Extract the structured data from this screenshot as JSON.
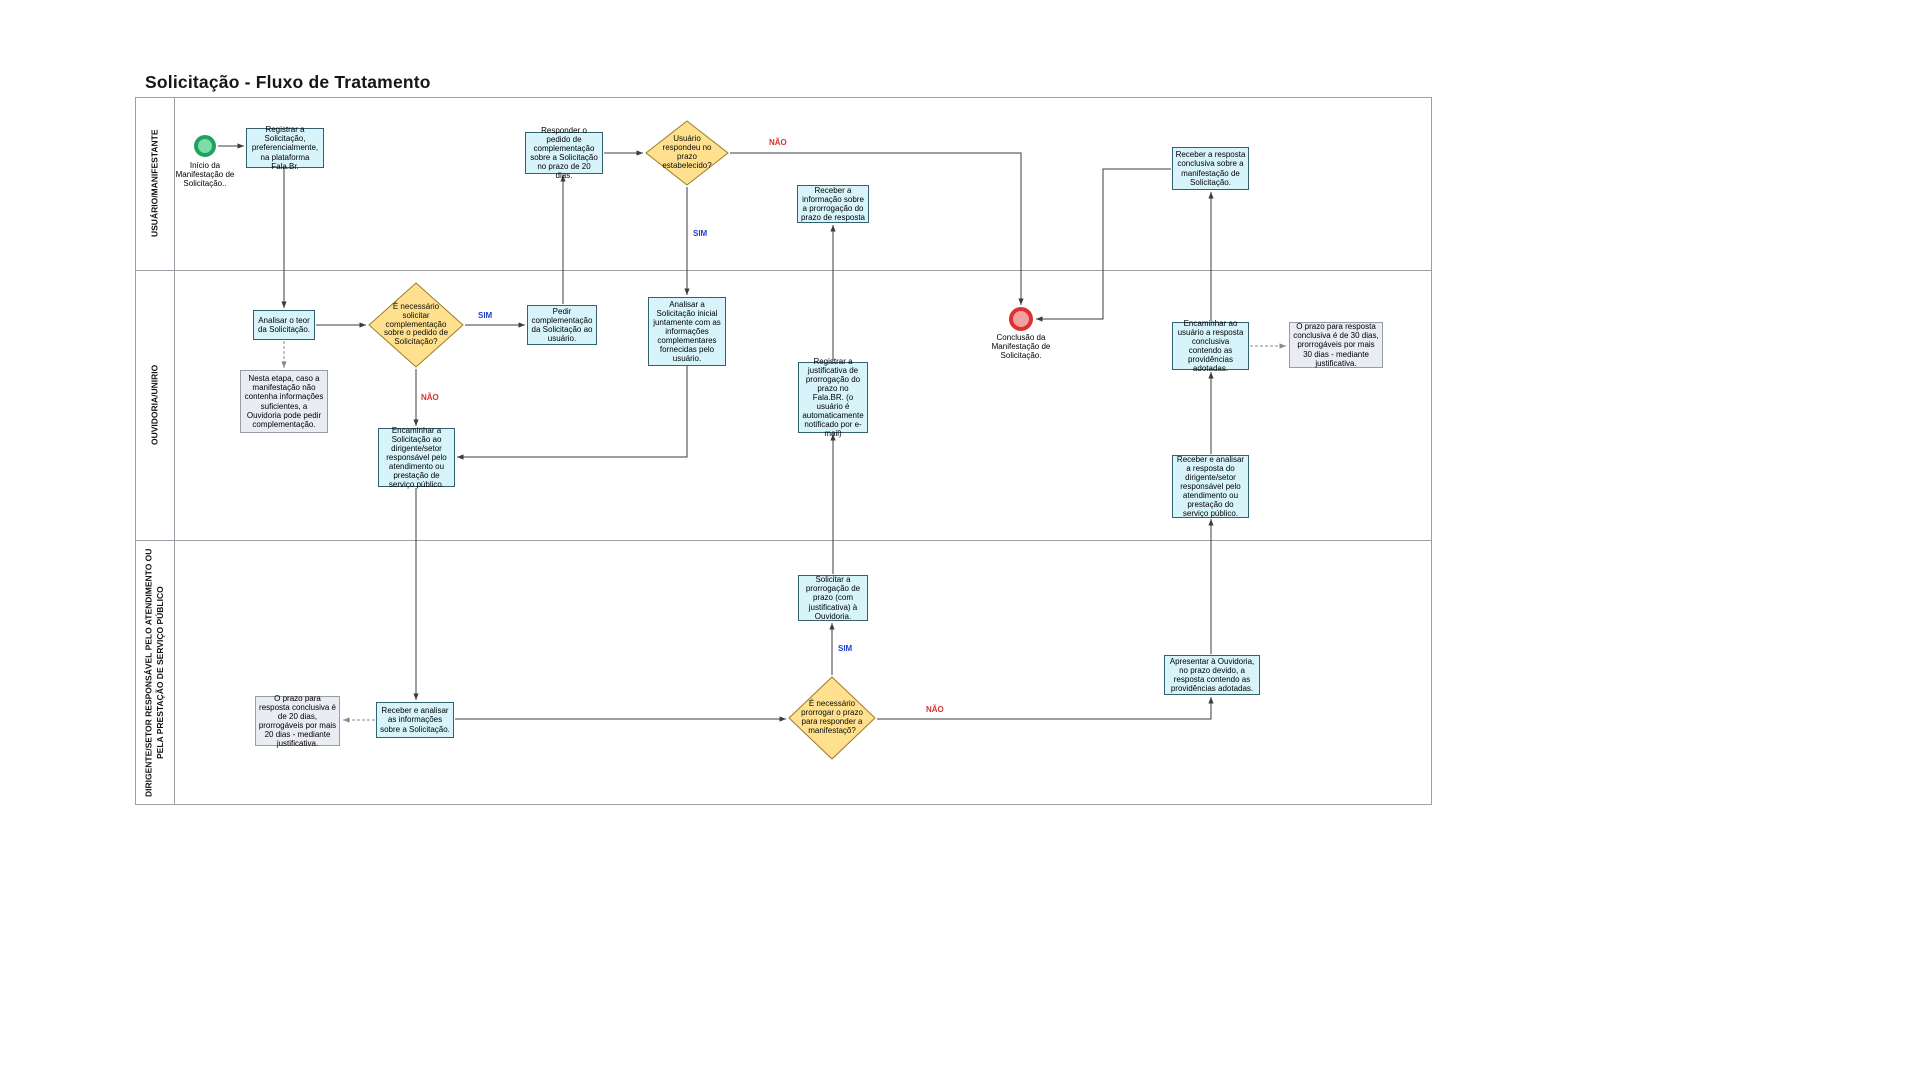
{
  "title": "Solicitação - Fluxo de Tratamento",
  "lanes": [
    {
      "label": "USUÁRIO/MANIFESTANTE"
    },
    {
      "label": "OUVIDORIA/UNIRIO"
    },
    {
      "label": "DIRIGENTE/SETOR RESPONSÁVEL PELO ATENDIMENTO OU PELA PRESTAÇÃO DE SERVIÇO PÚBLICO"
    }
  ],
  "events": {
    "start": {
      "label": "Início da Manifestação de Solicitação.."
    },
    "end": {
      "label": "Conclusão da Manifestação de Solicitação."
    }
  },
  "tasks": {
    "registrar": {
      "label": "Registrar a Solicitação, preferencialmente, na plataforma Fala.Br."
    },
    "responder_pedido": {
      "label": "Responder o pedido de complementação sobre a Solicitação no prazo de 20 dias."
    },
    "receber_info_prorrogacao": {
      "label": "Receber a informação sobre a prorrogação do prazo de resposta"
    },
    "receber_resposta_conclusiva": {
      "label": "Receber a resposta conclusiva sobre a manifestação de Solicitação."
    },
    "analisar_teor": {
      "label": "Analisar o teor da Solicitação."
    },
    "pedir_complementacao": {
      "label": "Pedir complementação da Solicitação ao usuário."
    },
    "analisar_inicial": {
      "label": "Analisar a Solicitação inicial juntamente com as informações complementares fornecidas pelo usuário."
    },
    "encaminhar_dirigente": {
      "label": "Encaminhar a Solicitação ao dirigente/setor responsável pelo atendimento ou prestação de serviço público."
    },
    "registrar_justificativa": {
      "label": "Registrar a justificativa de prorrogação do prazo no Fala.BR. (o usuário é automaticamente notificado por e-mail)"
    },
    "encaminhar_usuario": {
      "label": "Encaminhar ao usuário a resposta conclusiva contendo as providências adotadas."
    },
    "receber_analisar_resposta": {
      "label": "Receber e analisar a resposta do dirigente/setor responsável pelo atendimento ou prestação do serviço público."
    },
    "solicitar_prorrogacao": {
      "label": "Solicitar a prorrogação de prazo (com justificativa) à Ouvidoria."
    },
    "receber_analisar_informacoes": {
      "label": "Receber e analisar as informações sobre a Solicitação."
    },
    "apresentar_ouvidoria": {
      "label": "Apresentar à Ouvidoria, no prazo devido, a resposta contendo as providências adotadas."
    }
  },
  "gateways": {
    "usuario_respondeu": {
      "label": "Usuário respondeu no prazo estabelecido?"
    },
    "necessario_complementacao": {
      "label": "É necessário solicitar complementação sobre o pedido de Solicitação?"
    },
    "necessario_prorrogar": {
      "label": "É necessário prorrogar o prazo para responder a manifestaçõ?"
    }
  },
  "notes": {
    "complementacao": {
      "label": "Nesta etapa, caso a manifestação não contenha informações suficientes, a Ouvidoria pode pedir complementação."
    },
    "prazo_30": {
      "label": "O prazo para resposta conclusiva é de 30 dias, prorrogáveis por mais 30 dias - mediante justificativa."
    },
    "prazo_20": {
      "label": "O prazo para resposta conclusiva é de 20 dias, prorrogáveis por mais 20 dias - mediante justificativa."
    }
  },
  "edge_labels": {
    "sim": "SIM",
    "nao": "NÃO"
  },
  "colors": {
    "task_fill": "#d8f4fb",
    "task_border": "#35606f",
    "gateway_fill": "#ffe08e",
    "gateway_border": "#9b7d22",
    "note_fill": "#eaecf3",
    "note_border": "#979ca8",
    "start_fill": "#7edca8",
    "start_ring": "#1fa35c",
    "end_fill": "#f2a0a0",
    "end_ring": "#e03131",
    "sim_label": "#1f3fd0",
    "nao_label": "#d33434"
  }
}
